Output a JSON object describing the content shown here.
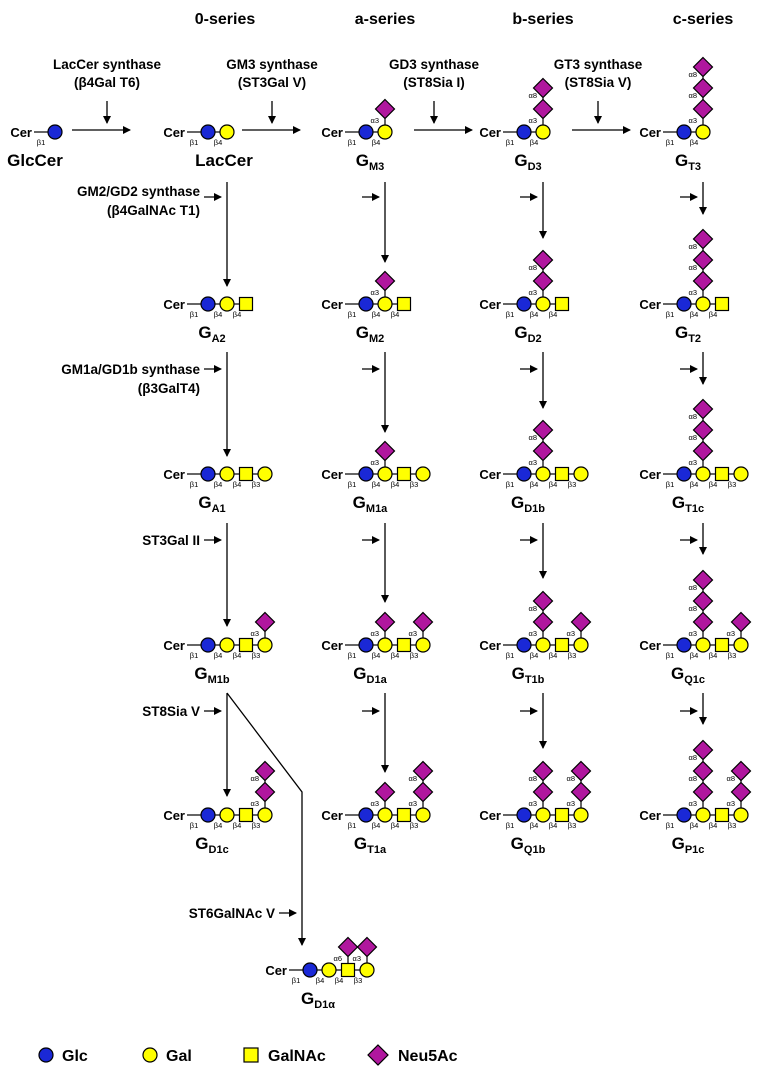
{
  "series_headers": [
    "0-series",
    "a-series",
    "b-series",
    "c-series"
  ],
  "enzymes": {
    "lacCerSynthase": [
      "LacCer synthase",
      "(β4Gal T6)"
    ],
    "gm3Synthase": [
      "GM3 synthase",
      "(ST3Gal V)"
    ],
    "gd3Synthase": [
      "GD3 synthase",
      "(ST8Sia I)"
    ],
    "gt3Synthase": [
      "GT3 synthase",
      "(ST8Sia V)"
    ],
    "gm2gd2Synthase": [
      "GM2/GD2 synthase",
      "(β4GalNAc T1)"
    ],
    "gm1agd1bSynthase": [
      "GM1a/GD1b synthase",
      "(β3GalT4)"
    ],
    "st3gal2": [
      "ST3Gal II"
    ],
    "st8sia5": [
      "ST8Sia V"
    ],
    "st6galnac5": [
      "ST6GalNAc V"
    ]
  },
  "cer_label": "Cer",
  "linkages": {
    "b1": "β1",
    "b4": "β4",
    "b3": "β3",
    "a3": "α3",
    "a8": "α8",
    "a6": "α6"
  },
  "glycans": [
    {
      "id": "GlcCer",
      "name": "GlcCer",
      "sub": ""
    },
    {
      "id": "LacCer",
      "name": "LacCer",
      "sub": ""
    },
    {
      "id": "GM3",
      "name": "G",
      "sub": "M3"
    },
    {
      "id": "GD3",
      "name": "G",
      "sub": "D3"
    },
    {
      "id": "GT3",
      "name": "G",
      "sub": "T3"
    },
    {
      "id": "GA2",
      "name": "G",
      "sub": "A2"
    },
    {
      "id": "GM2",
      "name": "G",
      "sub": "M2"
    },
    {
      "id": "GD2",
      "name": "G",
      "sub": "D2"
    },
    {
      "id": "GT2",
      "name": "G",
      "sub": "T2"
    },
    {
      "id": "GA1",
      "name": "G",
      "sub": "A1"
    },
    {
      "id": "GM1a",
      "name": "G",
      "sub": "M1a"
    },
    {
      "id": "GD1b",
      "name": "G",
      "sub": "D1b"
    },
    {
      "id": "GT1c",
      "name": "G",
      "sub": "T1c"
    },
    {
      "id": "GM1b",
      "name": "G",
      "sub": "M1b"
    },
    {
      "id": "GD1a",
      "name": "G",
      "sub": "D1a"
    },
    {
      "id": "GT1b",
      "name": "G",
      "sub": "T1b"
    },
    {
      "id": "GQ1c",
      "name": "G",
      "sub": "Q1c"
    },
    {
      "id": "GD1c",
      "name": "G",
      "sub": "D1c"
    },
    {
      "id": "GT1a",
      "name": "G",
      "sub": "T1a"
    },
    {
      "id": "GQ1b",
      "name": "G",
      "sub": "Q1b"
    },
    {
      "id": "GP1c",
      "name": "G",
      "sub": "P1c"
    },
    {
      "id": "GD1alpha",
      "name": "G",
      "sub": "D1α"
    }
  ],
  "legend": [
    {
      "symbol": "blue-circle",
      "label": "Glc"
    },
    {
      "symbol": "yellow-circle",
      "label": "Gal"
    },
    {
      "symbol": "yellow-square",
      "label": "GalNAc"
    },
    {
      "symbol": "purple-diamond",
      "label": "Neu5Ac"
    }
  ],
  "colors": {
    "glc": "#1a28d6",
    "gal": "#ffff00",
    "galnac": "#ffff00",
    "neu5ac": "#b0179e",
    "outline": "#000000"
  }
}
